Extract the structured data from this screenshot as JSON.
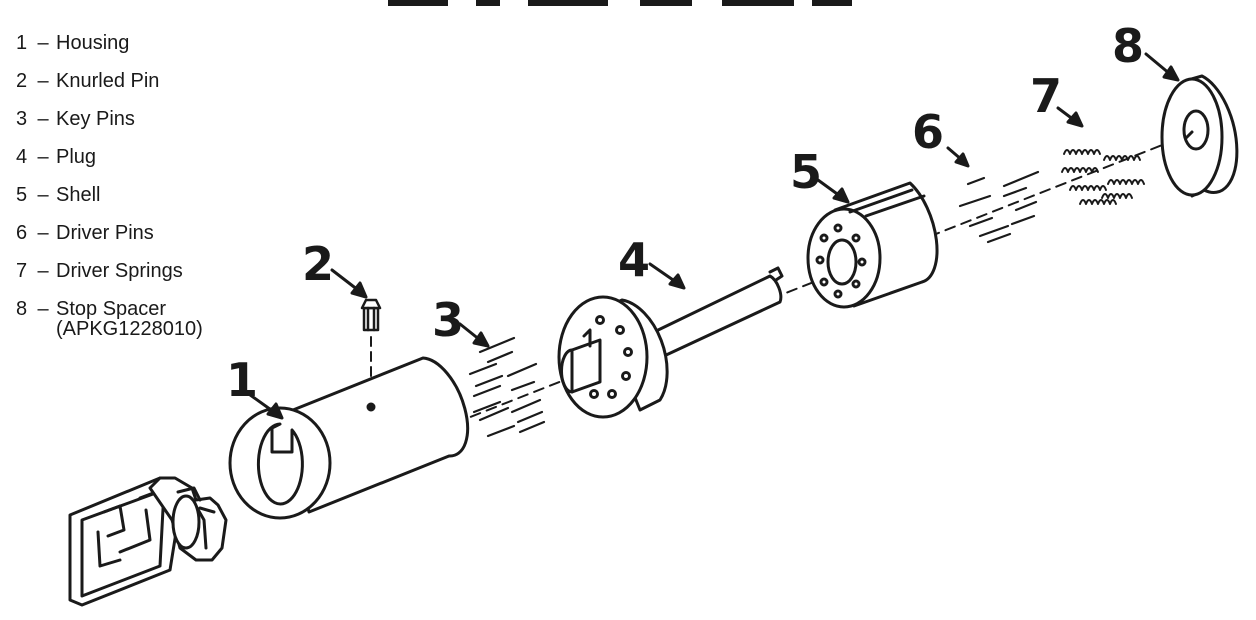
{
  "legend": [
    {
      "num": "1",
      "dash": "–",
      "label": "Housing"
    },
    {
      "num": "2",
      "dash": "–",
      "label": "Knurled Pin"
    },
    {
      "num": "3",
      "dash": "–",
      "label": "Key Pins"
    },
    {
      "num": "4",
      "dash": "–",
      "label": "Plug"
    },
    {
      "num": "5",
      "dash": "–",
      "label": "Shell"
    },
    {
      "num": "6",
      "dash": "–",
      "label": "Driver Pins"
    },
    {
      "num": "7",
      "dash": "–",
      "label": "Driver Springs"
    },
    {
      "num": "8",
      "dash": "–",
      "label": "Stop Spacer",
      "sublabel": "(APKG1228010)"
    }
  ],
  "callouts": [
    "1",
    "2",
    "3",
    "4",
    "5",
    "6",
    "7",
    "8"
  ],
  "colors": {
    "ink": "#1a1a1a",
    "paper": "#ffffff"
  }
}
